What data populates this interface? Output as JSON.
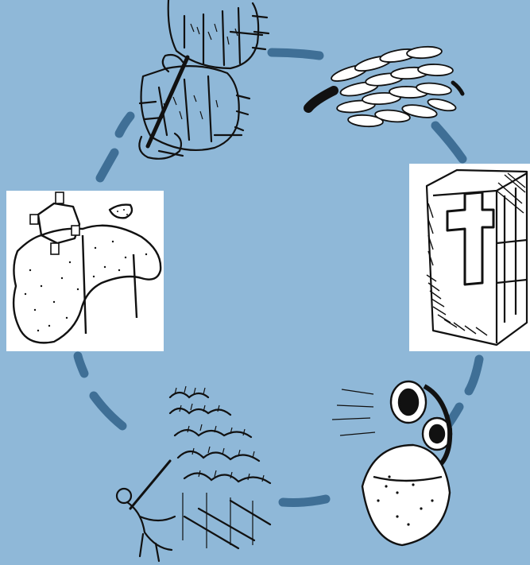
{
  "diagram": {
    "type": "cycle",
    "background_color": "#8fb8d8",
    "ring_color": "#3f6f96",
    "stages": [
      {
        "name": "livestock-oxen"
      },
      {
        "name": "banana-bunch"
      },
      {
        "name": "health-clinic-cross"
      },
      {
        "name": "cooking-pots"
      },
      {
        "name": "farmer-in-crop-field"
      },
      {
        "name": "map-of-region"
      }
    ]
  }
}
